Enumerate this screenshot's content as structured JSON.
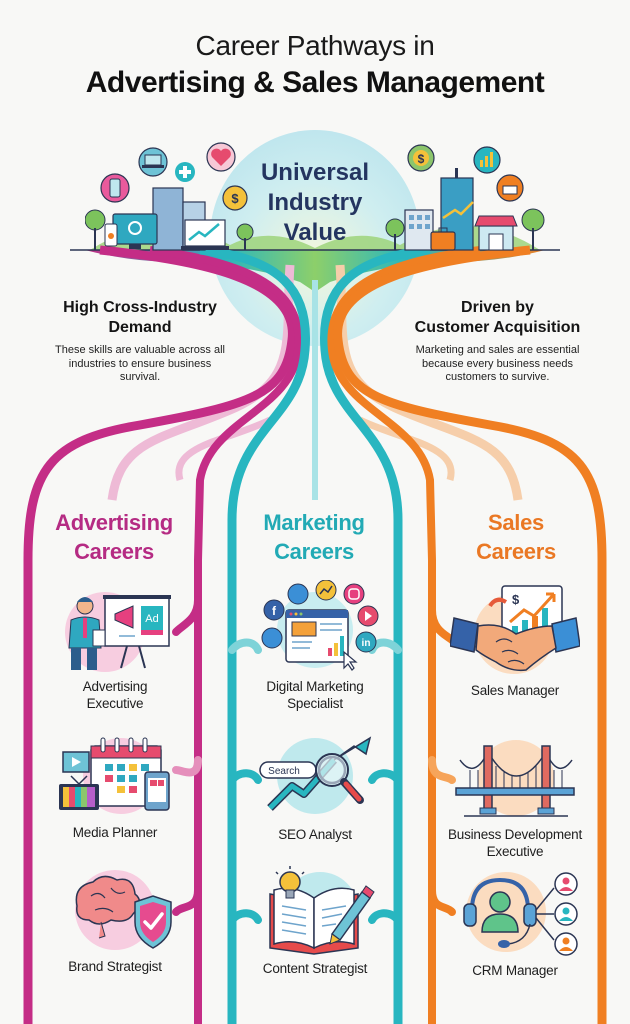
{
  "title": {
    "line1": "Career Pathways in",
    "line2": "Advertising & Sales Management"
  },
  "hero": {
    "text": "Universal Industry Value",
    "lines": [
      "Universal",
      "Industry",
      "Value"
    ],
    "left_icons": [
      "smartphone-icon",
      "laptop-icon",
      "medical-plus-icon",
      "heart-pulse-icon",
      "dollar-coin-icon",
      "monitor-gear-icon",
      "laptop-chart-icon",
      "office-buildings-icon",
      "tree-icon"
    ],
    "right_icons": [
      "dollar-coin-icon",
      "bar-chart-icon",
      "shopping-basket-icon",
      "office-buildings-icon",
      "trend-arrow-icon",
      "briefcase-icon",
      "storefront-icon",
      "tree-icon"
    ]
  },
  "left_block": {
    "heading_line1": "High Cross-Industry",
    "heading_line2": "Demand",
    "desc_line1": "These skills are valuable across all",
    "desc_line2": "industries to ensure business",
    "desc_line3": "survival."
  },
  "right_block": {
    "heading_line1": "Driven by",
    "heading_line2": "Customer Acquisition",
    "desc_line1": "Marketing and sales are essential",
    "desc_line2": "because every business needs",
    "desc_line3": "customers to survive."
  },
  "colors": {
    "advertising": "#c42d86",
    "advertising_light": "#e9a6c9",
    "marketing": "#28b6c0",
    "marketing_light": "#a8e3e6",
    "sales": "#f07f22",
    "sales_light": "#f6c99c",
    "hero_text": "#243560",
    "background": "#f8f8f6"
  },
  "categories": [
    {
      "line1": "Advertising",
      "line2": "Careers",
      "jobs": [
        {
          "line1": "Advertising",
          "line2": "Executive",
          "icon": "presenter-megaphone-icon"
        },
        {
          "line1": "Media Planner",
          "line2": "",
          "icon": "media-calendar-icon"
        },
        {
          "line1": "Brand Strategist",
          "line2": "",
          "icon": "brain-shield-icon"
        }
      ]
    },
    {
      "line1": "Marketing",
      "line2": "Careers",
      "jobs": [
        {
          "line1": "Digital Marketing",
          "line2": "Specialist",
          "icon": "browser-social-icon"
        },
        {
          "line1": "SEO Analyst",
          "line2": "",
          "icon": "search-magnifier-icon",
          "search_label": "Search"
        },
        {
          "line1": "Content Strategist",
          "line2": "",
          "icon": "book-lightbulb-icon"
        }
      ]
    },
    {
      "line1": "Sales",
      "line2": "Careers",
      "jobs": [
        {
          "line1": "Sales Manager",
          "line2": "",
          "icon": "handshake-chart-icon"
        },
        {
          "line1": "Business Development",
          "line2": "Executive",
          "icon": "bridge-icon"
        },
        {
          "line1": "CRM Manager",
          "line2": "",
          "icon": "headset-network-icon"
        }
      ]
    }
  ],
  "misc": {
    "ad_badge": "Ad",
    "dollar": "$",
    "linkedin": "in",
    "facebook": "f"
  }
}
